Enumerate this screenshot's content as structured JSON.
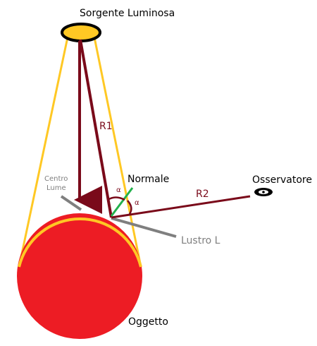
{
  "labels": {
    "light_source": "Sorgente Luminosa",
    "observer": "Osservatore",
    "normal": "Normale",
    "ray1": "R1",
    "ray2": "R2",
    "alpha_incident": "α",
    "alpha_reflected": "α",
    "light_center_line1": "Centro",
    "light_center_line2": "Lume",
    "gloss": "Lustro L",
    "object": "Oggetto"
  },
  "colors": {
    "light_fill": "#ffc824",
    "light_outline": "#000000",
    "cone": "#ffc824",
    "object_fill": "#ed1c24",
    "object_rim": "#ffc824",
    "ray": "#7a0a1a",
    "normal": "#22b14c",
    "gloss_line": "#7f7f7f",
    "text_dark": "#000000",
    "text_ray": "#7a0a1a",
    "text_gray": "#7f7f7f"
  },
  "icons": {
    "observer": "eye-icon"
  }
}
